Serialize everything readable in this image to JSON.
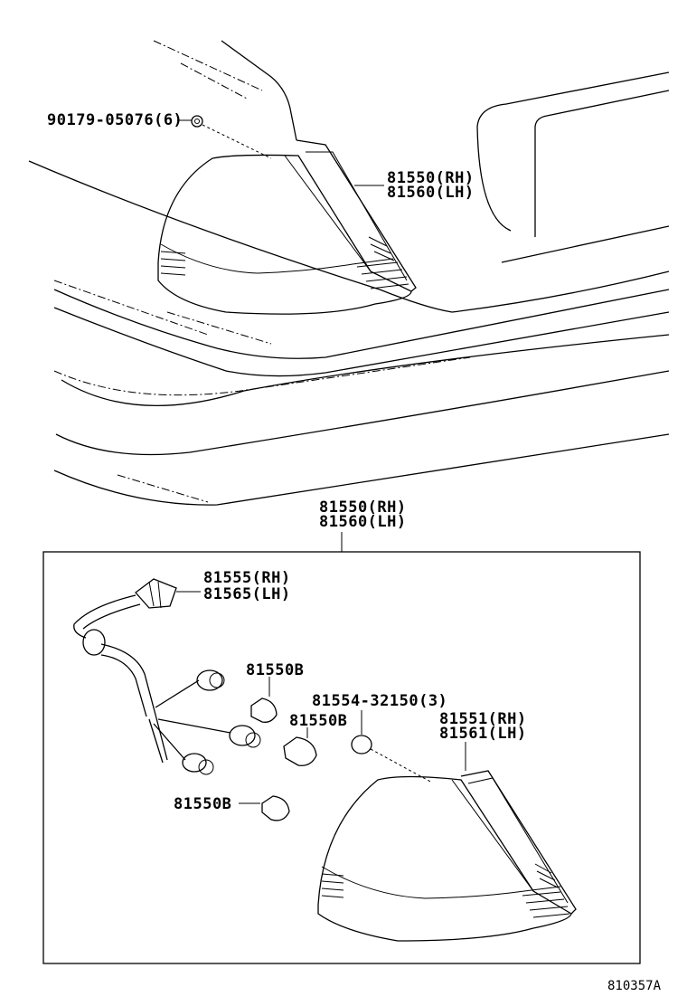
{
  "diagram": {
    "callouts": {
      "nut": "90179-05076(6)",
      "lamp_assy_top_rh": "81550(RH)",
      "lamp_assy_top_lh": "81560(LH)",
      "lamp_assy_box_rh": "81550(RH)",
      "lamp_assy_box_lh": "81560(LH)",
      "socket_wire_rh": "81555(RH)",
      "socket_wire_lh": "81565(LH)",
      "bulb_1": "81550B",
      "bulb_2": "81550B",
      "bulb_3": "81550B",
      "gasket_nut": "81554-32150(3)",
      "lens_rh": "81551(RH)",
      "lens_lh": "81561(LH)"
    },
    "figure_code": "810357A"
  }
}
